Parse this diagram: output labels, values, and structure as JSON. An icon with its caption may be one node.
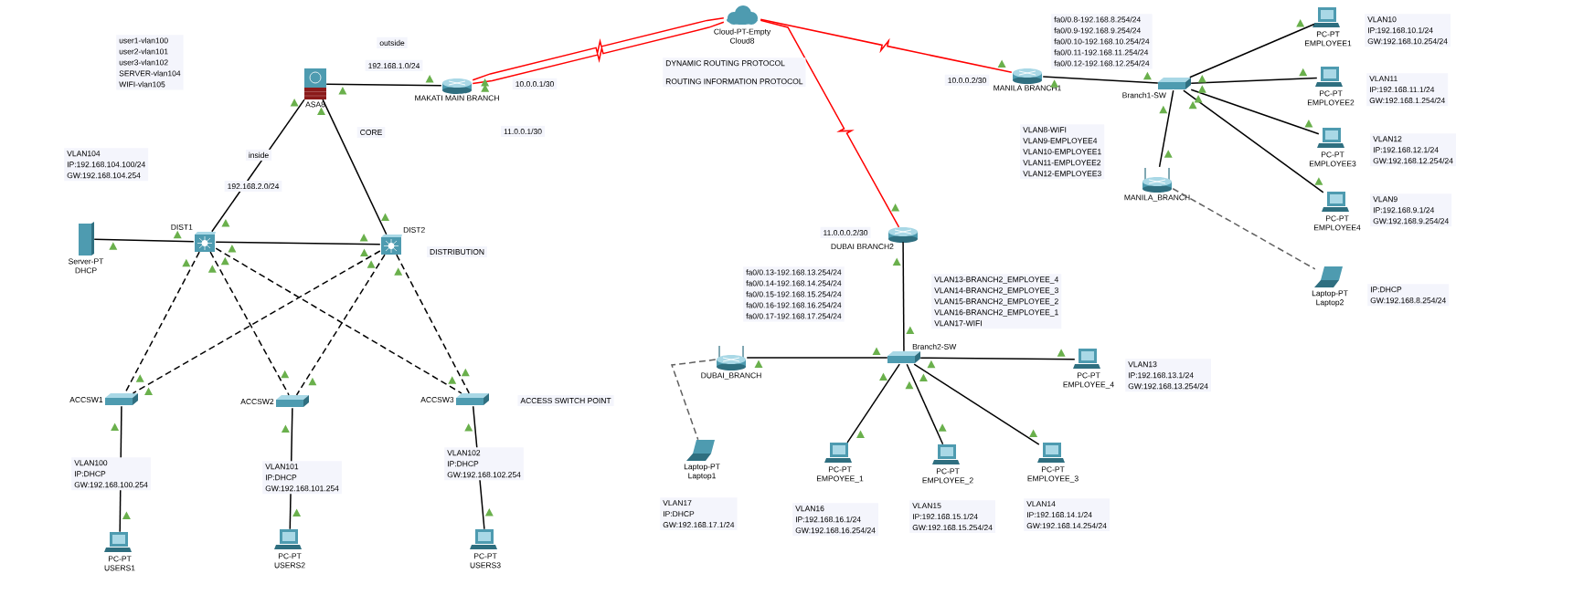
{
  "diagram": {
    "nodes": [
      {
        "text": [
          "ASA8"
        ]
      },
      {
        "text": [
          "MAKATI MAIN BRANCH"
        ]
      },
      {
        "text": [
          "Cloud-PT-Empty",
          "Cloud8"
        ]
      },
      {
        "text": [
          "MANILA BRANCH1"
        ]
      },
      {
        "text": [
          "Branch1-SW"
        ]
      },
      {
        "text": [
          "PC-PT",
          "EMPLOYEE1"
        ]
      },
      {
        "text": [
          "PC-PT",
          "EMPLOYEE2"
        ]
      },
      {
        "text": [
          "PC-PT",
          "EMPLOYEE3"
        ]
      },
      {
        "text": [
          "PC-PT",
          "EMPLOYEE4"
        ]
      },
      {
        "text": [
          "MANILA_BRANCH"
        ]
      },
      {
        "text": [
          "Laptop-PT",
          "Laptop2"
        ]
      },
      {
        "text": [
          "Server-PT",
          "DHCP"
        ]
      },
      {
        "text": [
          "DIST1"
        ]
      },
      {
        "text": [
          "DIST2"
        ]
      },
      {
        "text": [
          "DUBAI BRANCH2"
        ]
      },
      {
        "text": [
          "DUBAI_BRANCH"
        ]
      },
      {
        "text": [
          "Branch2-SW"
        ]
      },
      {
        "text": [
          "PC-PT",
          "EMPLOYEE_4"
        ]
      },
      {
        "text": [
          "ACCSW1"
        ]
      },
      {
        "text": [
          "ACCSW2"
        ]
      },
      {
        "text": [
          "ACCSW3"
        ]
      },
      {
        "text": [
          "Laptop-PT",
          "Laptop1"
        ]
      },
      {
        "text": [
          "PC-PT",
          "EMPOYEE_1"
        ]
      },
      {
        "text": [
          "PC-PT",
          "EMPLOYEE_2"
        ]
      },
      {
        "text": [
          "PC-PT",
          "EMPLOYEE_3"
        ]
      },
      {
        "text": [
          "PC-PT",
          "USERS1"
        ]
      },
      {
        "text": [
          "PC-PT",
          "USERS2"
        ]
      },
      {
        "text": [
          "PC-PT",
          "USERS3"
        ]
      }
    ],
    "edges": [
      {
        "from": 0,
        "to": 1,
        "arrow": "none"
      },
      {
        "from": 1,
        "to": 2,
        "arrow": "none",
        "color": "#ff0000"
      },
      {
        "from": 1,
        "to": 2,
        "arrow": "none",
        "color": "#ff0000"
      },
      {
        "from": 2,
        "to": 3,
        "arrow": "none",
        "color": "#ff0000"
      },
      {
        "from": 2,
        "to": 14,
        "arrow": "none",
        "color": "#ff0000"
      },
      {
        "from": 3,
        "to": 4,
        "arrow": "none"
      },
      {
        "from": 4,
        "to": 5,
        "arrow": "none"
      },
      {
        "from": 4,
        "to": 6,
        "arrow": "none"
      },
      {
        "from": 4,
        "to": 7,
        "arrow": "none"
      },
      {
        "from": 4,
        "to": 8,
        "arrow": "none"
      },
      {
        "from": 4,
        "to": 9,
        "arrow": "none"
      },
      {
        "from": 9,
        "to": 10,
        "arrow": "none",
        "style": "dashed",
        "color": "#606060"
      },
      {
        "from": 0,
        "to": 12,
        "arrow": "none"
      },
      {
        "from": 0,
        "to": 13,
        "arrow": "none"
      },
      {
        "from": 11,
        "to": 12,
        "arrow": "none"
      },
      {
        "from": 12,
        "to": 13,
        "arrow": "none"
      },
      {
        "from": 12,
        "to": 18,
        "arrow": "none",
        "style": "dashed"
      },
      {
        "from": 12,
        "to": 19,
        "arrow": "none",
        "style": "dashed"
      },
      {
        "from": 12,
        "to": 20,
        "arrow": "none",
        "style": "dashed"
      },
      {
        "from": 13,
        "to": 18,
        "arrow": "none",
        "style": "dashed"
      },
      {
        "from": 13,
        "to": 19,
        "arrow": "none",
        "style": "dashed"
      },
      {
        "from": 13,
        "to": 20,
        "arrow": "none",
        "style": "dashed"
      },
      {
        "from": 14,
        "to": 16,
        "arrow": "none"
      },
      {
        "from": 15,
        "to": 16,
        "arrow": "none"
      },
      {
        "from": 16,
        "to": 17,
        "arrow": "none"
      },
      {
        "from": 16,
        "to": 22,
        "arrow": "none"
      },
      {
        "from": 16,
        "to": 23,
        "arrow": "none"
      },
      {
        "from": 16,
        "to": 24,
        "arrow": "none"
      },
      {
        "from": 15,
        "to": 21,
        "arrow": "none",
        "style": "dashed",
        "color": "#606060"
      },
      {
        "from": 18,
        "to": 25,
        "arrow": "none"
      },
      {
        "from": 19,
        "to": 26,
        "arrow": "none"
      },
      {
        "from": 20,
        "to": 27,
        "arrow": "none"
      }
    ],
    "labels": [
      "user1-vlan100",
      "user2-vlan101",
      "user3-vlan102",
      "SERVER-vlan104",
      "WIFI-vlan105",
      "outside",
      "192.168.1.0/24",
      "10.0.0.1/30",
      "CORE",
      "11.0.0.1/30",
      "VLAN104",
      "IP:192.168.104.100/24",
      "GW:192.168.104.254",
      "inside",
      "192.168.2.0/24",
      "DISTRIBUTION",
      "DYNAMIC ROUTING PROTOCOL",
      "ROUTING INFORMATION PROTOCOL",
      "10.0.0.2/30",
      "fa0/0.8-192.168.8.254/24",
      "fa0/0.9-192.168.9.254/24",
      "fa0/0.10-192.168.10.254/24",
      "fa0/0.11-192.168.11.254/24",
      "fa0/0.12-192.168.12.254/24",
      "VLAN8-WIFI",
      "VLAN9-EMPLOYEE4",
      "VLAN10-EMPLOYEE1",
      "VLAN11-EMPLOYEE2",
      "VLAN12-EMPLOYEE3",
      "VLAN10",
      "IP:192.168.10.1/24",
      "GW:192.168.10.254/24",
      "VLAN11",
      "IP:192.168.11.1/24",
      "GW:192.168.1.254/24",
      "VLAN12",
      "IP:192.168.12.1/24",
      "GW:192.168.12.254/24",
      "VLAN9",
      "IP:192.168.9.1/24",
      "GW:192.168.9.254/24",
      "11.0.0.0.2/30",
      "fa0/0.13-192.168.13.254/24",
      "fa0/0.14-192.168.14.254/24",
      "fa0/0.15-192.168.15.254/24",
      "fa0/0.16-192.168.16.254/24",
      "fa0/0.17-192.168.17.254/24",
      "VLAN13-BRANCH2_EMPLOYEE_4",
      "VLAN14-BRANCH2_EMPLOYEE_3",
      "VLAN15-BRANCH2_EMPLOYEE_2",
      "VLAN16-BRANCH2_EMPLOYEE_1",
      "VLAN17-WIFI",
      "IP:DHCP",
      "GW:192.168.8.254/24",
      "VLAN13",
      "IP:192.168.13.1/24",
      "GW:192.168.13.254/24",
      "ACCESS SWITCH POINT",
      "VLAN100",
      "IP:DHCP",
      "GW:192.168.100.254",
      "VLAN101",
      "IP:DHCP",
      "GW:192.168.101.254",
      "VLAN102",
      "IP:DHCP",
      "GW:192.168.102.254",
      "VLAN17",
      "IP:DHCP",
      "GW:192.168.17.1/24",
      "VLAN16",
      "IP:192.168.16.1/24",
      "GW:192.168.16.254/24",
      "VLAN15",
      "IP:192.168.15.1/24",
      "GW:192.168.15.254/24",
      "VLAN14",
      "IP:192.168.14.1/24",
      "GW:192.168.14.254/24"
    ]
  }
}
